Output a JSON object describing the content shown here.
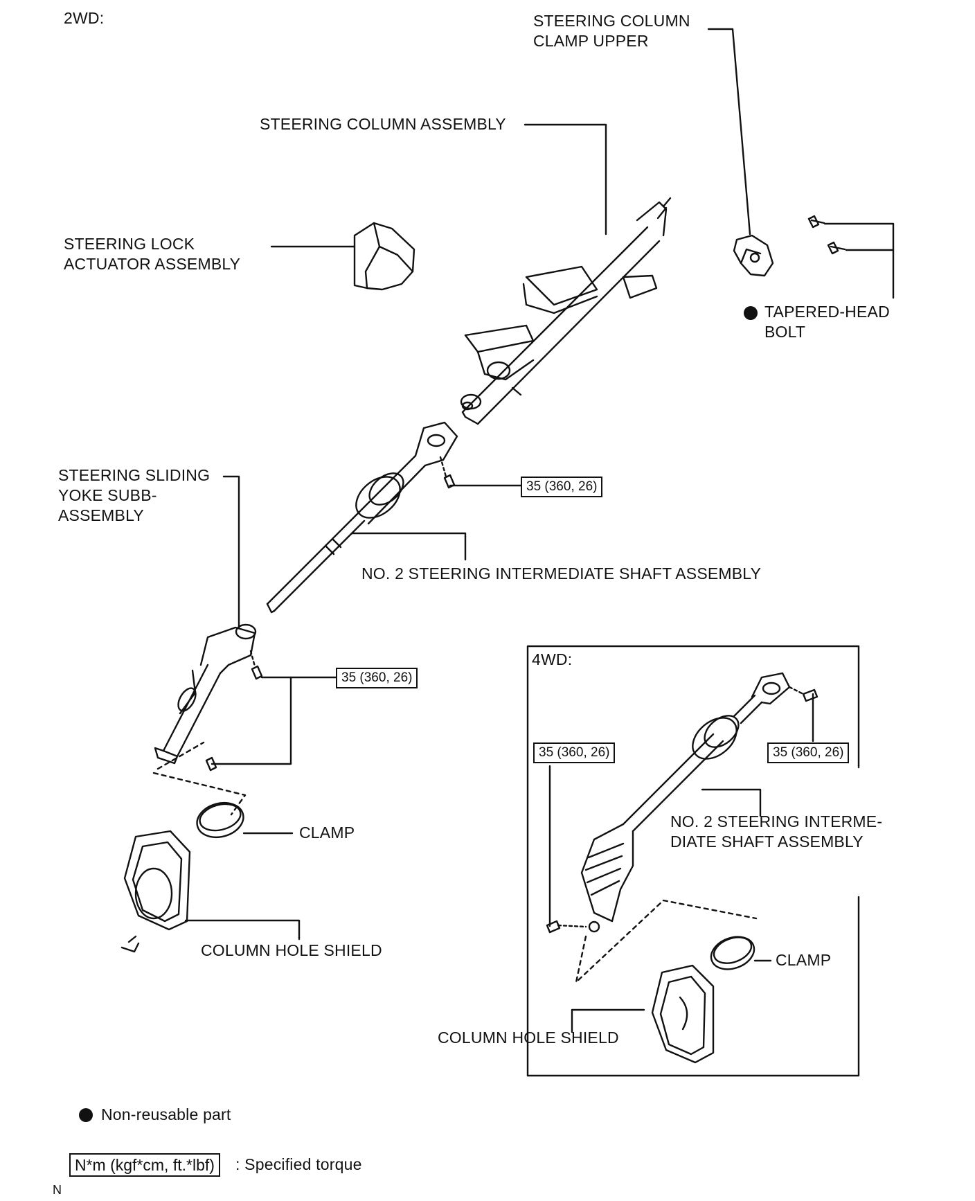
{
  "sections": {
    "two_wd": "2WD:",
    "four_wd": "4WD:"
  },
  "labels_2wd": {
    "clamp_upper": [
      "STEERING COLUMN",
      "CLAMP UPPER"
    ],
    "column_assembly": "STEERING COLUMN ASSEMBLY",
    "lock_actuator": [
      "STEERING LOCK",
      "ACTUATOR ASSEMBLY"
    ],
    "tapered_bolt": [
      "TAPERED-HEAD",
      "BOLT"
    ],
    "sliding_yoke": [
      "STEERING SLIDING",
      "YOKE SUBB-",
      "ASSEMBLY"
    ],
    "intermediate_shaft": "NO. 2 STEERING INTERMEDIATE SHAFT ASSEMBLY",
    "clamp": "CLAMP",
    "column_hole_shield": "COLUMN HOLE SHIELD"
  },
  "labels_4wd": {
    "intermediate_shaft": [
      "NO. 2 STEERING INTERME-",
      "DIATE SHAFT ASSEMBLY"
    ],
    "clamp": "CLAMP",
    "column_hole_shield": "COLUMN HOLE SHIELD"
  },
  "torque": {
    "t_intermediate": "35 (360, 26)",
    "t_yoke": "35 (360, 26)",
    "t_4wd_left": "35 (360, 26)",
    "t_4wd_right": "35 (360, 26)"
  },
  "legend": {
    "non_reusable": "Non-reusable part",
    "torque_unit": "N*m (kgf*cm, ft.*lbf)",
    "torque_desc": ": Specified torque",
    "corner_mark": "N"
  },
  "colors": {
    "ink": "#111111",
    "paper": "#ffffff"
  }
}
